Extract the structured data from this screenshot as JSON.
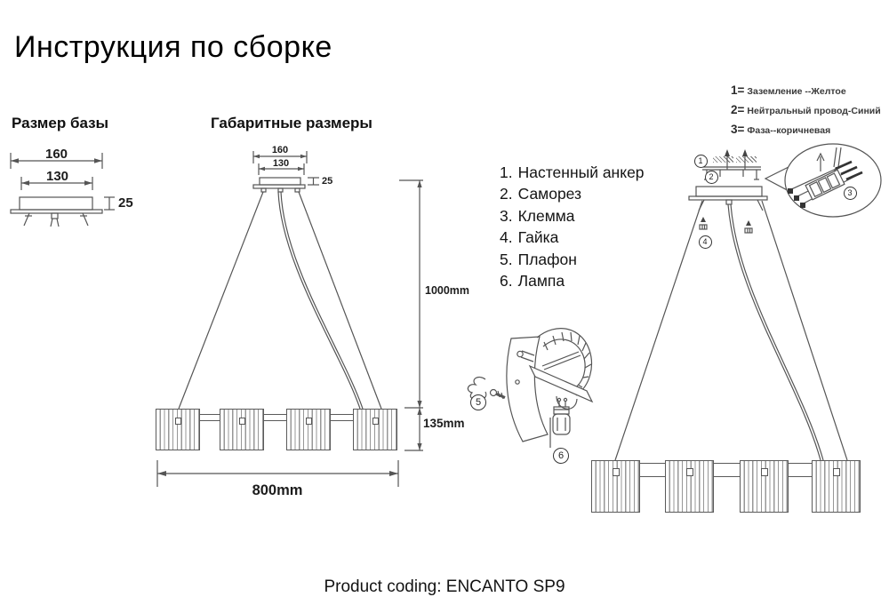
{
  "page": {
    "title": "Инструкция по сборке",
    "footer": "Product coding: ENCANTO SP9"
  },
  "sections": {
    "base": {
      "label": "Размер базы",
      "dim_outer": "160",
      "dim_inner": "130",
      "dim_height": "25"
    },
    "overall": {
      "label": "Габаритные размеры",
      "dim_outer": "160",
      "dim_inner": "130",
      "dim_canopy": "25",
      "dim_drop": "1000mm",
      "dim_shade": "135mm",
      "dim_width": "800mm"
    }
  },
  "parts_list": {
    "items": [
      {
        "num": "1.",
        "label": "Настенный анкер"
      },
      {
        "num": "2.",
        "label": "Саморез"
      },
      {
        "num": "3.",
        "label": "Клемма"
      },
      {
        "num": "4.",
        "label": "Гайка"
      },
      {
        "num": "5.",
        "label": "Плафон"
      },
      {
        "num": "6.",
        "label": "Лампа"
      }
    ]
  },
  "wiring_legend": {
    "items": [
      {
        "num": "1=",
        "label": "Заземление --Желтое"
      },
      {
        "num": "2=",
        "label": "Нейтральный провод-Синий"
      },
      {
        "num": "3=",
        "label": "Фаза--коричневая"
      }
    ]
  },
  "callout_markers": {
    "m1": "1",
    "m2": "2",
    "m3": "3",
    "m4": "4",
    "m5": "5",
    "m6": "6"
  },
  "colors": {
    "line": "#555555",
    "text": "#111111"
  }
}
